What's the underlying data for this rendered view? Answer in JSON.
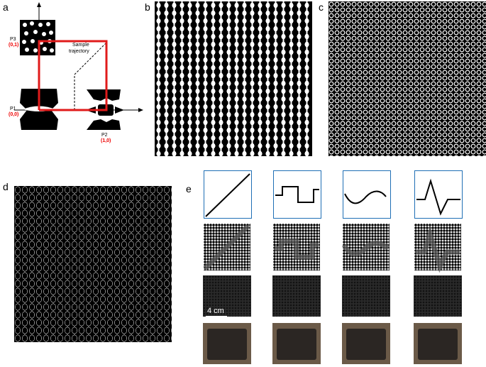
{
  "panels": {
    "a": {
      "letter": "a",
      "points": [
        {
          "name": "P3",
          "coord": "(0,1)"
        },
        {
          "name": "P1",
          "coord": "(0,0)"
        },
        {
          "name": "P2",
          "coord": "(1,0)"
        }
      ],
      "trajectory_label_1": "Sample",
      "trajectory_label_2": "trajectory"
    },
    "b": {
      "letter": "b"
    },
    "c": {
      "letter": "c"
    },
    "d": {
      "letter": "d"
    },
    "e": {
      "letter": "e",
      "scale_label": "4 cm"
    }
  },
  "colors": {
    "trajectory": "#e01b1b",
    "frame": "#1f6fb5",
    "cell": "#ffffff",
    "background": "#000000"
  }
}
